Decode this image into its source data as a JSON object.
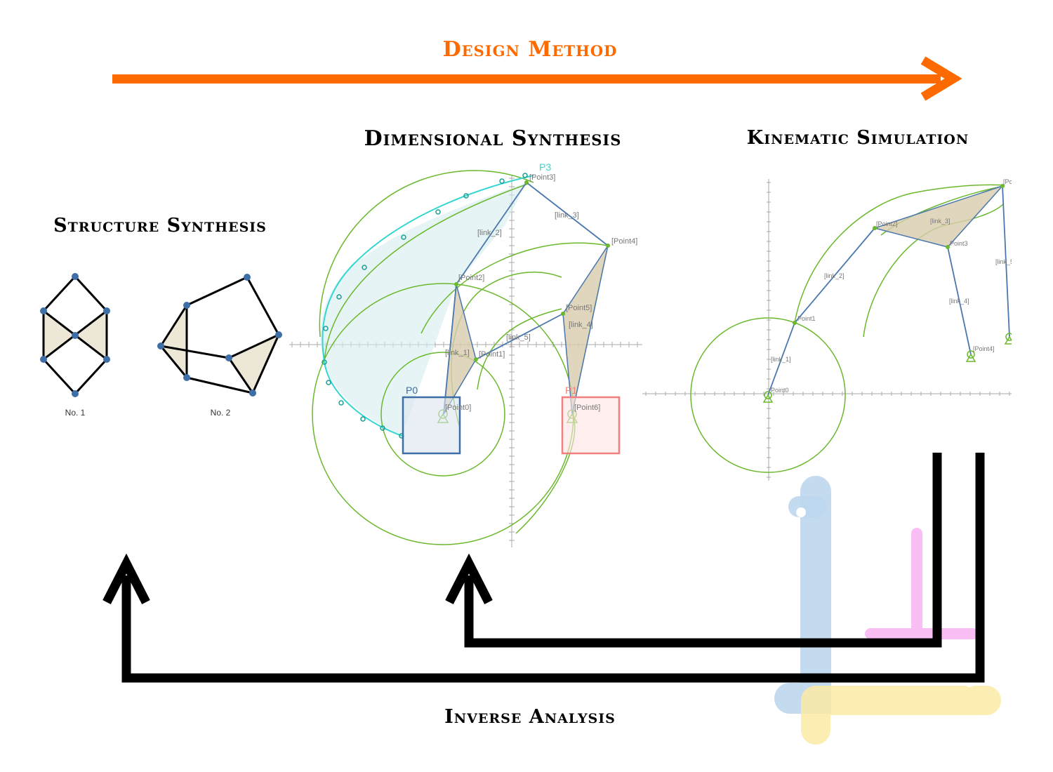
{
  "header": {
    "title": "Design Method",
    "color": "#ff6a00"
  },
  "sections": {
    "structure": "Structure Synthesis",
    "dimensional": "Dimensional Synthesis",
    "kinematic": "Kinematic Simulation",
    "inverse": "Inverse Analysis"
  },
  "structure_graphs": {
    "labels": [
      "No. 1",
      "No. 2"
    ],
    "node_color": "#3e6ea6",
    "fill_color": "#ece7d6"
  },
  "dimensional": {
    "pose_labels": [
      "P0",
      "P1",
      "P3"
    ],
    "points": [
      "[Point0]",
      "[Point1]",
      "[Point2]",
      "[Point3]",
      "[Point4]",
      "[Point5]",
      "[Point6]"
    ],
    "links": [
      "[link_1]",
      "[link_2]",
      "[link_3]",
      "[link_4]",
      "[link_5]"
    ],
    "colors": {
      "curve": "#6bb82d",
      "link": "#4a78ad",
      "path": "#33d6d0",
      "p0": "#3e6ea6",
      "p1": "#f08080"
    }
  },
  "kinematic": {
    "points": [
      "Point0",
      "Point1",
      "[Point2]",
      "Point3",
      "[Point4]",
      "[Pc"
    ],
    "links": [
      "[link_1]",
      "[link_2]",
      "[link_3]",
      "[link_4]",
      "[link_5"
    ]
  }
}
